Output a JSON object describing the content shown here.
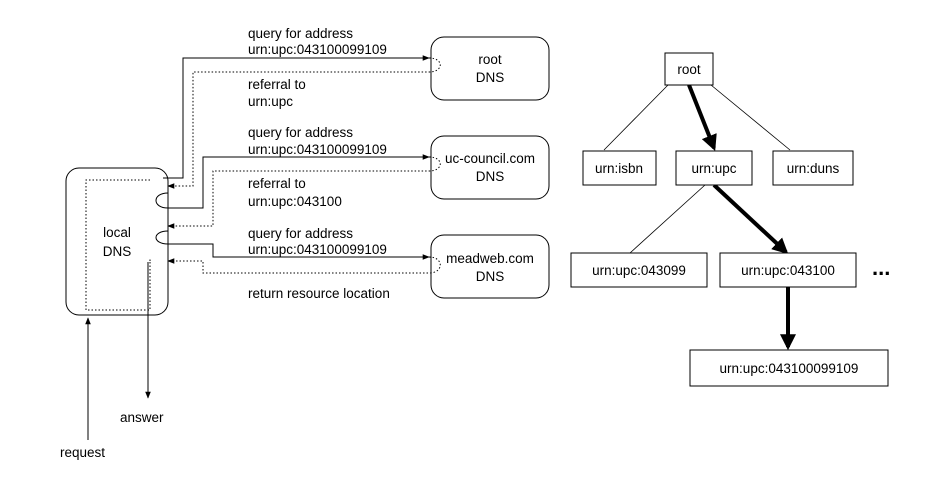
{
  "servers": {
    "root": [
      "root",
      "DNS"
    ],
    "uc_council": [
      "uc-council.com",
      "DNS"
    ],
    "meadweb": [
      "meadweb.com",
      "DNS"
    ],
    "local": [
      "local",
      "DNS"
    ]
  },
  "messages": {
    "query1": [
      "query for address",
      "urn:upc:043100099109"
    ],
    "referral1": [
      "referral to",
      "urn:upc"
    ],
    "query2": [
      "query for address",
      "urn:upc:043100099109"
    ],
    "referral2": [
      "referral to",
      "urn:upc:043100"
    ],
    "query3": [
      "query for address",
      "urn:upc:043100099109"
    ],
    "return": "return resource location",
    "answer": "answer",
    "request": "request"
  },
  "tree": {
    "root": "root",
    "isbn": "urn:isbn",
    "upc": "urn:upc",
    "duns": "urn:duns",
    "upc043099": "urn:upc:043099",
    "upc043100": "urn:upc:043100",
    "ellipsis": "...",
    "leaf": "urn:upc:043100099109"
  }
}
